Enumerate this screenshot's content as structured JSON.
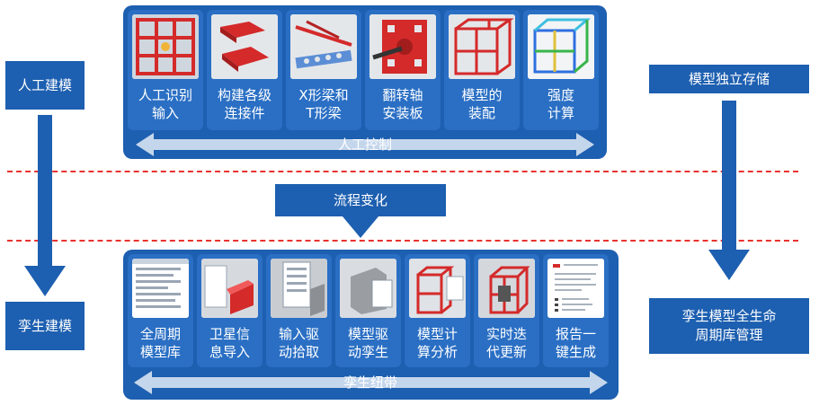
{
  "left": {
    "top_label": "人工建模",
    "bottom_label": "孪生建模"
  },
  "right": {
    "top_label": "模型独立存储",
    "bottom_label_1": "孪生模型全生命",
    "bottom_label_2": "周期库管理"
  },
  "middle": {
    "label": "流程变化"
  },
  "top_panel": {
    "bar_label": "人工控制",
    "tiles": [
      {
        "line1": "人工识别",
        "line2": "输入",
        "icon": "grid-frame-icon"
      },
      {
        "line1": "构建各级",
        "line2": "连接件",
        "icon": "connector-plates-icon"
      },
      {
        "line1": "X形梁和",
        "line2": "T形梁",
        "icon": "beams-icon"
      },
      {
        "line1": "翻转轴",
        "line2": "安装板",
        "icon": "flip-plate-icon"
      },
      {
        "line1": "模型的",
        "line2": "装配",
        "icon": "assembly-frame-icon"
      },
      {
        "line1": "强度",
        "line2": "计算",
        "icon": "strength-frame-icon"
      }
    ]
  },
  "bottom_panel": {
    "bar_label": "孪生纽带",
    "tiles": [
      {
        "line1": "全周期",
        "line2": "模型库",
        "icon": "model-library-icon"
      },
      {
        "line1": "卫星信",
        "line2": "息导入",
        "icon": "satellite-import-icon"
      },
      {
        "line1": "输入驱",
        "line2": "动拾取",
        "icon": "input-drive-icon"
      },
      {
        "line1": "模型驱",
        "line2": "动孪生",
        "icon": "model-twin-icon"
      },
      {
        "line1": "模型计",
        "line2": "算分析",
        "icon": "analysis-icon"
      },
      {
        "line1": "实时迭",
        "line2": "代更新",
        "icon": "iteration-icon"
      },
      {
        "line1": "报告一",
        "line2": "键生成",
        "icon": "report-icon"
      }
    ]
  },
  "colors": {
    "primary": "#1d5fb0",
    "tile": "#2a6fc4",
    "dash": "#e8322f",
    "frame": "#d42a2a"
  }
}
